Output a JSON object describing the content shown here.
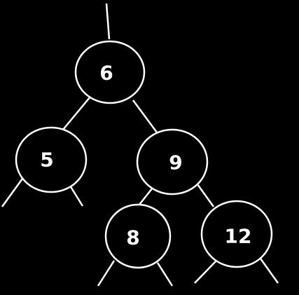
{
  "diagram": {
    "type": "binary-tree",
    "colors": {
      "background": "#000000",
      "stroke": "#ffffff",
      "text": "#ffffff"
    },
    "nodes": [
      {
        "id": "n6",
        "label": "6"
      },
      {
        "id": "n5",
        "label": "5"
      },
      {
        "id": "n9",
        "label": "9"
      },
      {
        "id": "n8",
        "label": "8"
      },
      {
        "id": "n12",
        "label": "12"
      }
    ],
    "edges": [
      {
        "from": "n6",
        "to": "n5"
      },
      {
        "from": "n6",
        "to": "n9"
      },
      {
        "from": "n9",
        "to": "n8"
      },
      {
        "from": "n9",
        "to": "n12"
      }
    ]
  }
}
